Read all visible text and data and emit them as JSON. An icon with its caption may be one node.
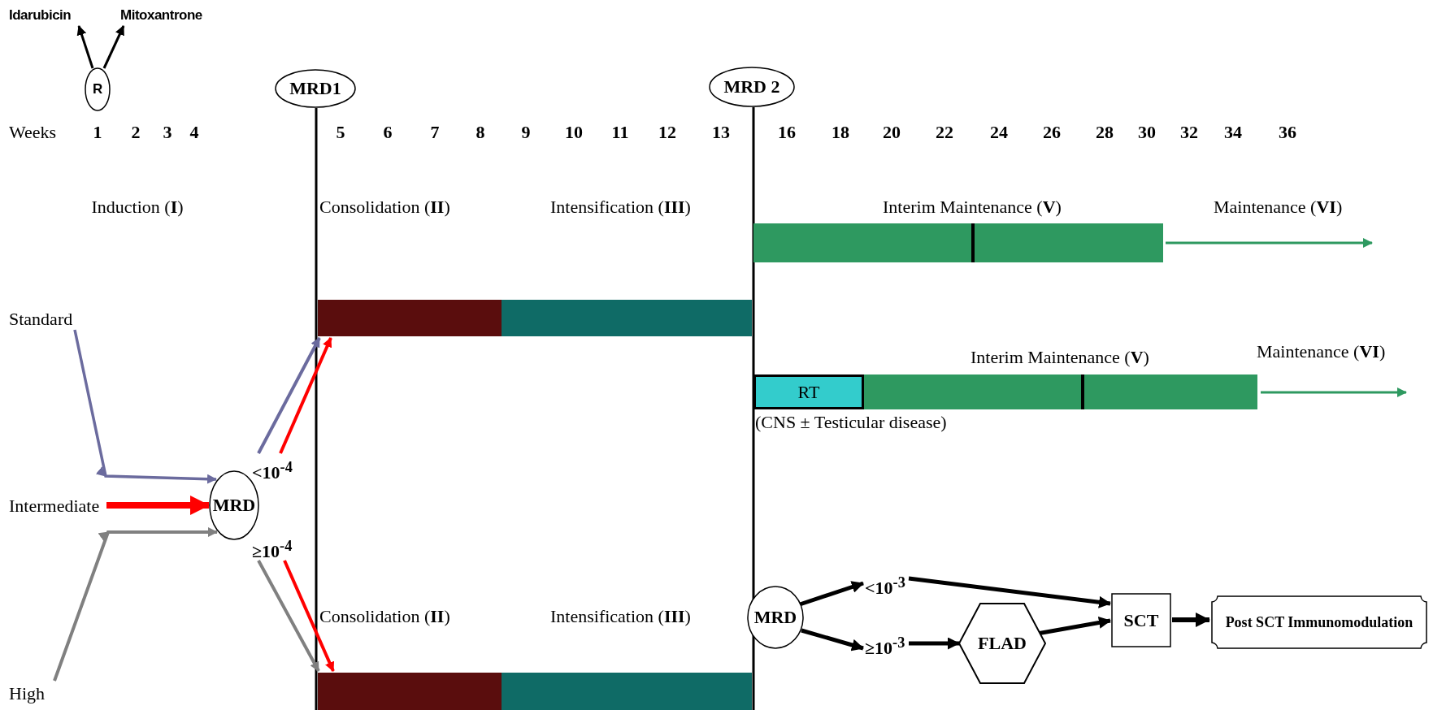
{
  "diagram": {
    "nodes": [
      {
        "text": [
          "Idarubicin"
        ]
      },
      {
        "text": [
          "Mitoxantrone"
        ]
      },
      {
        "text": [
          "R"
        ]
      },
      {
        "text": [
          "MRD1"
        ]
      },
      {
        "text": [
          "MRD 2"
        ]
      },
      {
        "text": [],
        "shape": "bar",
        "beside": [
          "Interim Maintenance (**V**)"
        ]
      },
      {
        "text": [
          "Standard"
        ]
      },
      {
        "text": [],
        "shape": "bar"
      },
      {
        "text": [],
        "shape": "bar"
      },
      {
        "text": [
          "RT"
        ],
        "beside": [
          "(CNS ± Testicular disease)"
        ]
      },
      {
        "text": [],
        "shape": "bar",
        "beside": [
          "Interim Maintenance (**V**)"
        ]
      },
      {
        "text": [
          "<10$^{-4}$"
        ]
      },
      {
        "text": [
          "Intermediate"
        ]
      },
      {
        "text": [
          "MRD"
        ]
      },
      {
        "text": [
          "≥10$^{-4}$"
        ]
      },
      {
        "text": [
          "<10$^{-3}$"
        ]
      },
      {
        "text": [
          "MRD"
        ]
      },
      {
        "text": [
          "SCT"
        ]
      },
      {
        "text": [
          "Post SCT Immunomodulation"
        ]
      },
      {
        "text": [
          "≥10$^{-3}$"
        ]
      },
      {
        "text": [
          "FLAD"
        ]
      },
      {
        "text": [
          "High"
        ]
      },
      {
        "text": [],
        "shape": "bar"
      },
      {
        "text": [],
        "shape": "bar"
      }
    ],
    "edges": [
      {
        "from": 2,
        "to": 0,
        "arrow": "to"
      },
      {
        "from": 2,
        "to": 1,
        "arrow": "to"
      },
      {
        "from": 6,
        "to": 13,
        "arrow": "to",
        "color": "#6b6b9e"
      },
      {
        "from": 12,
        "to": 13,
        "arrow": "to",
        "style": "thick",
        "color": "#ff0000"
      },
      {
        "from": 21,
        "to": 13,
        "arrow": "to",
        "color": "#808080"
      },
      {
        "from": 11,
        "to": 7,
        "arrow": "to",
        "color": "#6b6b9e"
      },
      {
        "from": 11,
        "to": 7,
        "arrow": "to",
        "color": "#ff0000"
      },
      {
        "from": 14,
        "to": 22,
        "arrow": "to",
        "color": "#ff0000"
      },
      {
        "from": 14,
        "to": 22,
        "arrow": "to",
        "color": "#808080"
      },
      {
        "from": 5,
        "to": null,
        "arrow": "to",
        "color": "#2e9960"
      },
      {
        "from": 10,
        "to": null,
        "arrow": "to",
        "color": "#2e9960"
      },
      {
        "from": 16,
        "to": 15,
        "arrow": "to"
      },
      {
        "from": 16,
        "to": 19,
        "arrow": "to"
      },
      {
        "from": 15,
        "to": 17,
        "arrow": "to"
      },
      {
        "from": 19,
        "to": 20,
        "arrow": "to"
      },
      {
        "from": 20,
        "to": 17,
        "arrow": "to"
      },
      {
        "from": 17,
        "to": 18,
        "arrow": "to"
      }
    ],
    "labels": [
      "Weeks",
      "1",
      "2",
      "3",
      "4",
      "5",
      "6",
      "7",
      "8",
      "9",
      "10",
      "11",
      "12",
      "13",
      "16",
      "18",
      "20",
      "22",
      "24",
      "26",
      "28",
      "30",
      "32",
      "34",
      "36",
      "Induction (**I**)",
      "Consolidation (**II**)",
      "Intensification (**III**)",
      "Maintenance (**VI**)",
      "Maintenance (**VI**)",
      "Consolidation (**II**)",
      "Intensification (**III**)"
    ]
  }
}
